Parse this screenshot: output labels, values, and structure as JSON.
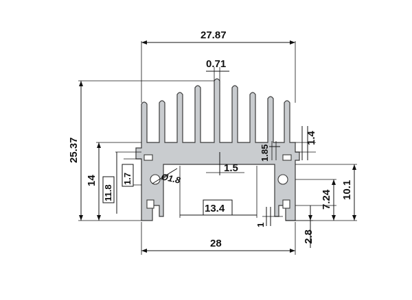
{
  "dimensions": {
    "overall_top_width": "27.87",
    "fin_thickness": "0.71",
    "overall_height": "25.37",
    "base_height_14": "14",
    "inner_height": "11.8",
    "slot_gap": "1.7",
    "hole_diameter": "Ø1.8",
    "base_thickness": "1.5",
    "fin_root": "1.4",
    "small_step": "1.85",
    "right_height": "10.1",
    "right_mid_height": "7.24",
    "cavity_width": "13.4",
    "bottom_lip": "1",
    "bottom_offset": "2.8",
    "overall_bottom_width": "28"
  }
}
